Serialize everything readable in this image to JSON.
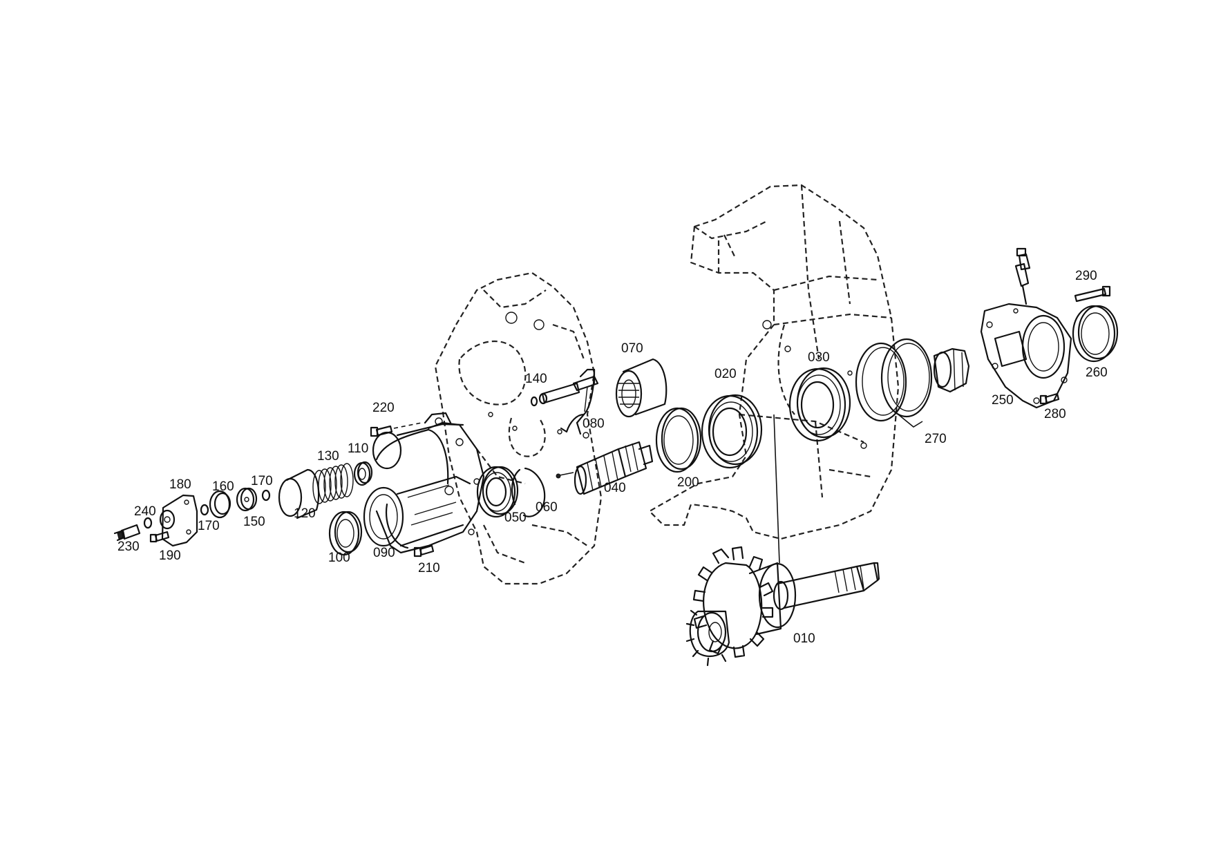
{
  "diagram": {
    "parts": [
      "010",
      "020",
      "030",
      "040",
      "050",
      "060",
      "070",
      "080",
      "090",
      "100",
      "110",
      "120",
      "130",
      "140",
      "150",
      "160",
      "170",
      "170",
      "180",
      "190",
      "200",
      "210",
      "220",
      "230",
      "240",
      "250",
      "260",
      "270",
      "280",
      "290"
    ]
  }
}
